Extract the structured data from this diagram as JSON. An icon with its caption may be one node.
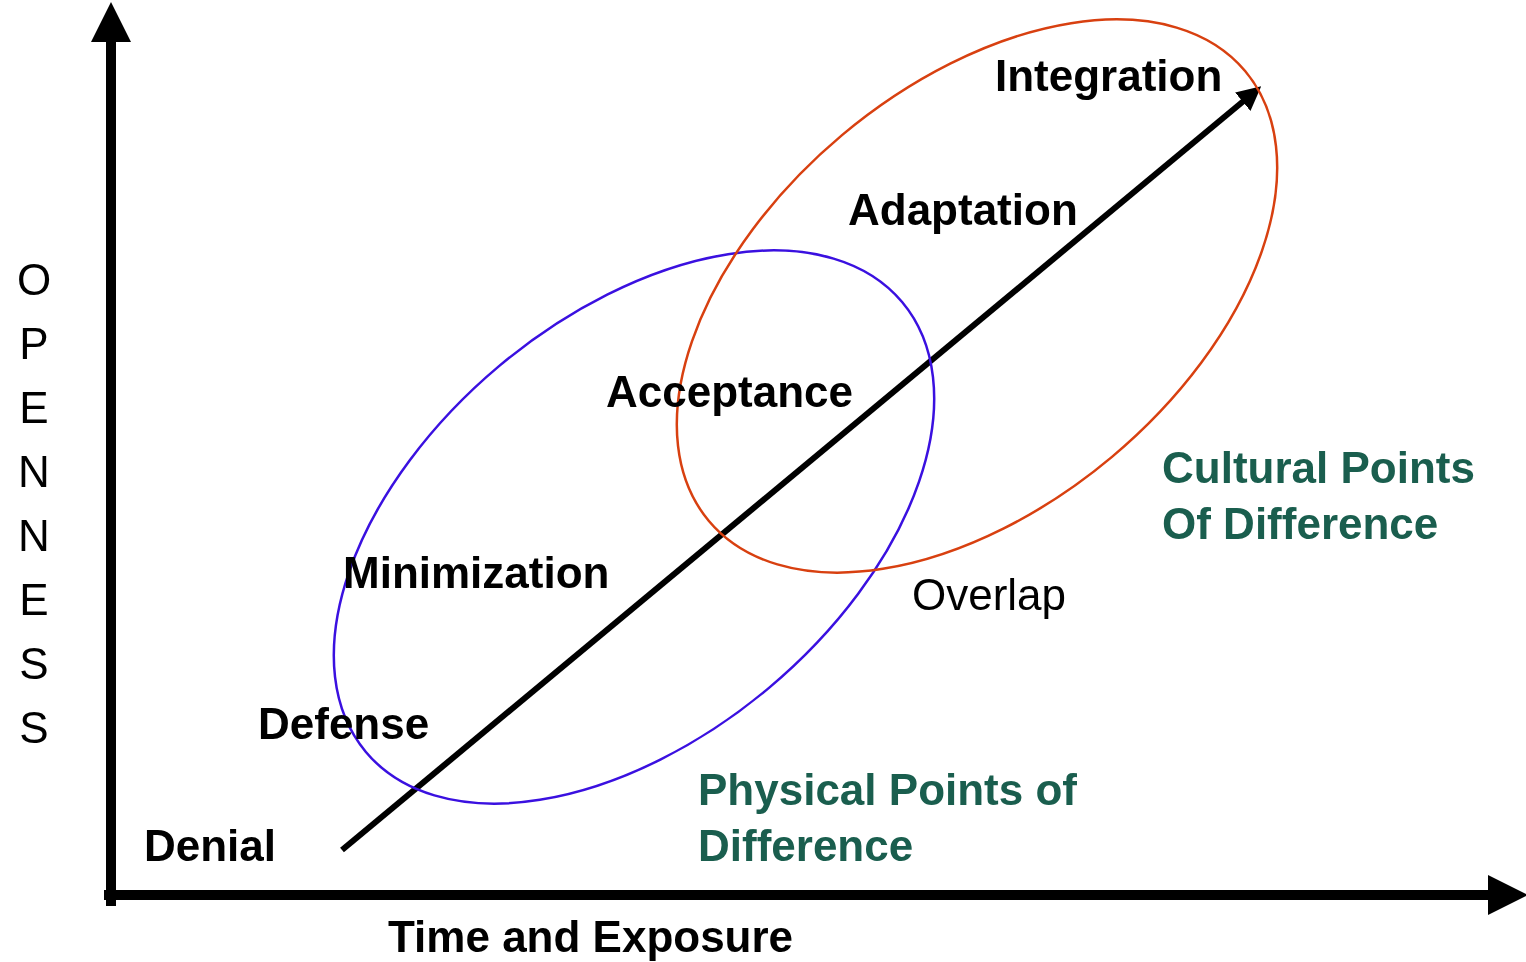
{
  "diagram": {
    "nodes": [
      {
        "text": [],
        "shape": "ellipse",
        "beside": [
          "Physical Points of Difference"
        ]
      },
      {
        "text": [],
        "shape": "ellipse",
        "beside": [
          "Cultural Points Of Difference"
        ]
      }
    ],
    "labels": [
      "Integration",
      "Adaptation",
      "Acceptance",
      "Minimization",
      "Overlap",
      "Defense",
      "Denial",
      "OPENNESS",
      "Time and Exposure"
    ]
  }
}
